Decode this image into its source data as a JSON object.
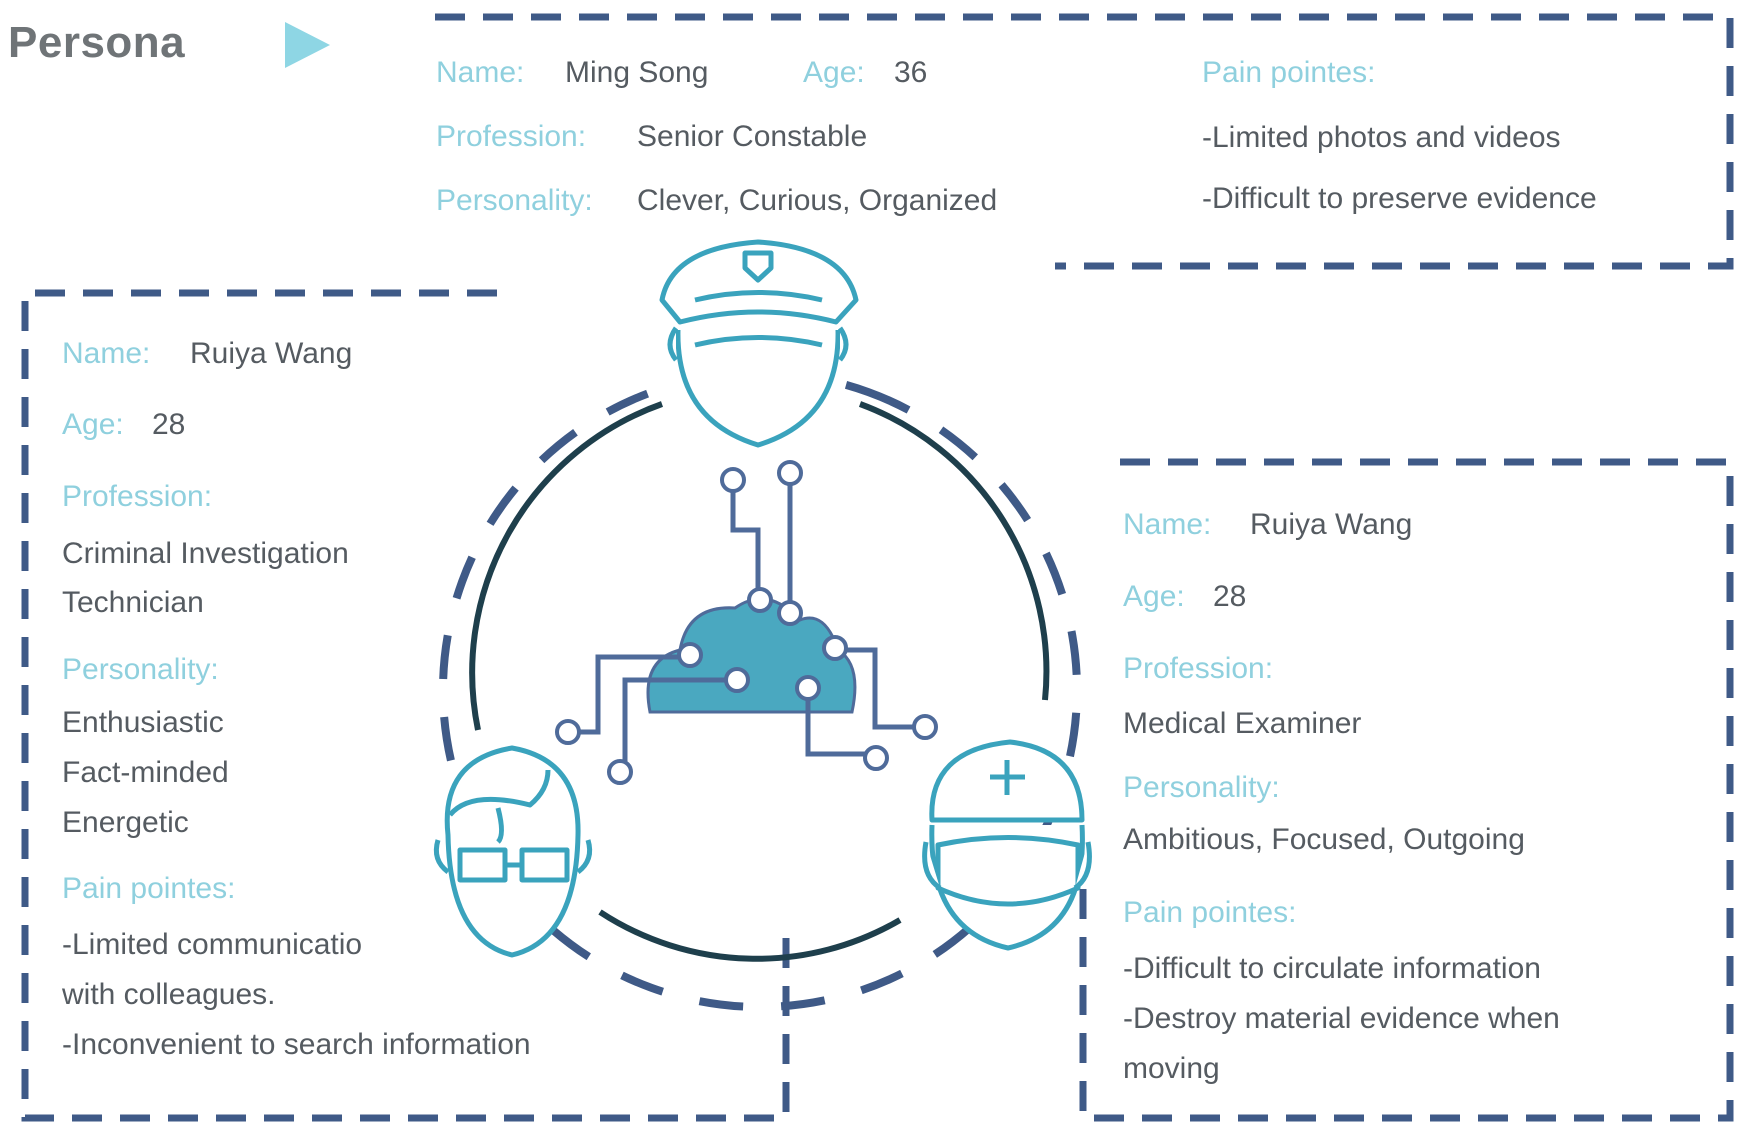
{
  "title": "Persona",
  "colors": {
    "label": "#8fd0de",
    "text": "#555b61",
    "dashed_border": "#3f5a87",
    "teal_icon": "#3aa3bd",
    "dark_ring": "#1e3f4c",
    "play_arrow": "#8ed6e4"
  },
  "icons": [
    "play-arrow-icon",
    "police-officer-icon",
    "technician-with-glasses-icon",
    "medical-examiner-icon",
    "cloud-network-icon"
  ],
  "persona_top": {
    "name_label": "Name:",
    "name": "Ming Song",
    "age_label": "Age:",
    "age": "36",
    "profession_label": "Profession:",
    "profession": "Senior Constable",
    "personality_label": "Personality:",
    "personality": "Clever, Curious, Organized",
    "pain_label": "Pain pointes:",
    "pain": [
      "-Limited photos and videos",
      "-Difficult to preserve evidence"
    ]
  },
  "persona_left": {
    "name_label": "Name:",
    "name": "Ruiya Wang",
    "age_label": "Age:",
    "age": "28",
    "profession_label": "Profession:",
    "profession": [
      "Criminal Investigation",
      "Technician"
    ],
    "personality_label": "Personality:",
    "personality": [
      "Enthusiastic",
      "Fact-minded",
      "Energetic"
    ],
    "pain_label": "Pain pointes:",
    "pain": [
      "-Limited communicatio",
      "with colleagues.",
      "-Inconvenient to search information"
    ]
  },
  "persona_right": {
    "name_label": "Name:",
    "name": "Ruiya Wang",
    "age_label": "Age:",
    "age": "28",
    "profession_label": "Profession:",
    "profession": "Medical Examiner",
    "personality_label": "Personality:",
    "personality": "Ambitious, Focused, Outgoing",
    "pain_label": "Pain pointes:",
    "pain": [
      "-Difficult to circulate information",
      "-Destroy material evidence when",
      "moving"
    ]
  }
}
